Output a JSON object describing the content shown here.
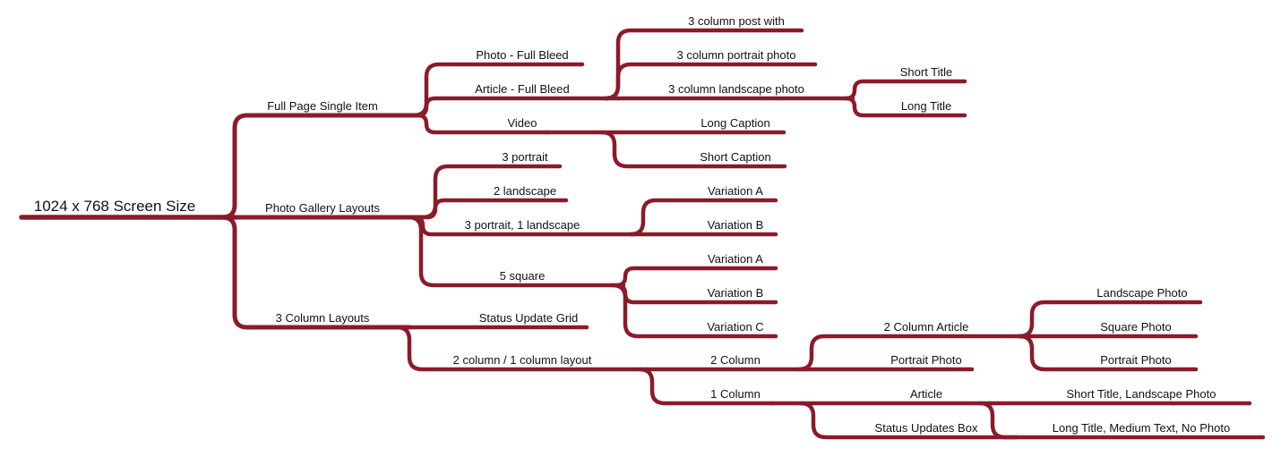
{
  "diagram": {
    "type": "mind-map",
    "branch_color": "#8b1a2b",
    "nodes": [
      {
        "id": "root",
        "parent": null,
        "label": "1024 x 768 Screen Size"
      },
      {
        "id": "fpsi",
        "parent": "root",
        "label": "Full Page Single Item"
      },
      {
        "id": "pgl",
        "parent": "root",
        "label": "Photo Gallery Layouts"
      },
      {
        "id": "tcl",
        "parent": "root",
        "label": "3 Column Layouts"
      },
      {
        "id": "pfb",
        "parent": "fpsi",
        "label": "Photo - Full Bleed"
      },
      {
        "id": "afb",
        "parent": "fpsi",
        "label": "Article - Full Bleed"
      },
      {
        "id": "vid",
        "parent": "fpsi",
        "label": "Video"
      },
      {
        "id": "cpw",
        "parent": "afb",
        "label": "3 column post with"
      },
      {
        "id": "cpp",
        "parent": "afb",
        "label": "3 column portrait photo"
      },
      {
        "id": "clp",
        "parent": "afb",
        "label": "3 column landscape photo"
      },
      {
        "id": "st",
        "parent": "clp",
        "label": "Short Title"
      },
      {
        "id": "lt",
        "parent": "clp",
        "label": "Long Title"
      },
      {
        "id": "lc",
        "parent": "vid",
        "label": "Long Caption"
      },
      {
        "id": "sc",
        "parent": "vid",
        "label": "Short Caption"
      },
      {
        "id": "p3",
        "parent": "pgl",
        "label": "3 portrait"
      },
      {
        "id": "l2",
        "parent": "pgl",
        "label": "2 landscape"
      },
      {
        "id": "p3l1",
        "parent": "pgl",
        "label": "3 portrait, 1 landscape"
      },
      {
        "id": "sq5",
        "parent": "pgl",
        "label": "5 square"
      },
      {
        "id": "p3va",
        "parent": "p3l1",
        "label": "Variation A"
      },
      {
        "id": "p3vb",
        "parent": "p3l1",
        "label": "Variation B"
      },
      {
        "id": "sqva",
        "parent": "sq5",
        "label": "Variation A"
      },
      {
        "id": "sqvb",
        "parent": "sq5",
        "label": "Variation B"
      },
      {
        "id": "sqvc",
        "parent": "sq5",
        "label": "Variation C"
      },
      {
        "id": "sug",
        "parent": "tcl",
        "label": "Status Update Grid"
      },
      {
        "id": "c21",
        "parent": "tcl",
        "label": "2 column / 1 column layout"
      },
      {
        "id": "c2",
        "parent": "c21",
        "label": "2 Column"
      },
      {
        "id": "c1",
        "parent": "c21",
        "label": "1 Column"
      },
      {
        "id": "c2a",
        "parent": "c2",
        "label": "2 Column Article"
      },
      {
        "id": "c2pp",
        "parent": "c2",
        "label": "Portrait Photo"
      },
      {
        "id": "lp",
        "parent": "c2a",
        "label": "Landscape Photo"
      },
      {
        "id": "sp",
        "parent": "c2a",
        "label": "Square Photo"
      },
      {
        "id": "pp",
        "parent": "c2a",
        "label": "Portrait Photo"
      },
      {
        "id": "art",
        "parent": "c1",
        "label": "Article"
      },
      {
        "id": "sub",
        "parent": "c1",
        "label": "Status Updates Box"
      },
      {
        "id": "stlp",
        "parent": "art",
        "label": "Short Title, Landscape Photo"
      },
      {
        "id": "ltmt",
        "parent": "art",
        "label": "Long Title, Medium Text, No Photo"
      }
    ]
  }
}
